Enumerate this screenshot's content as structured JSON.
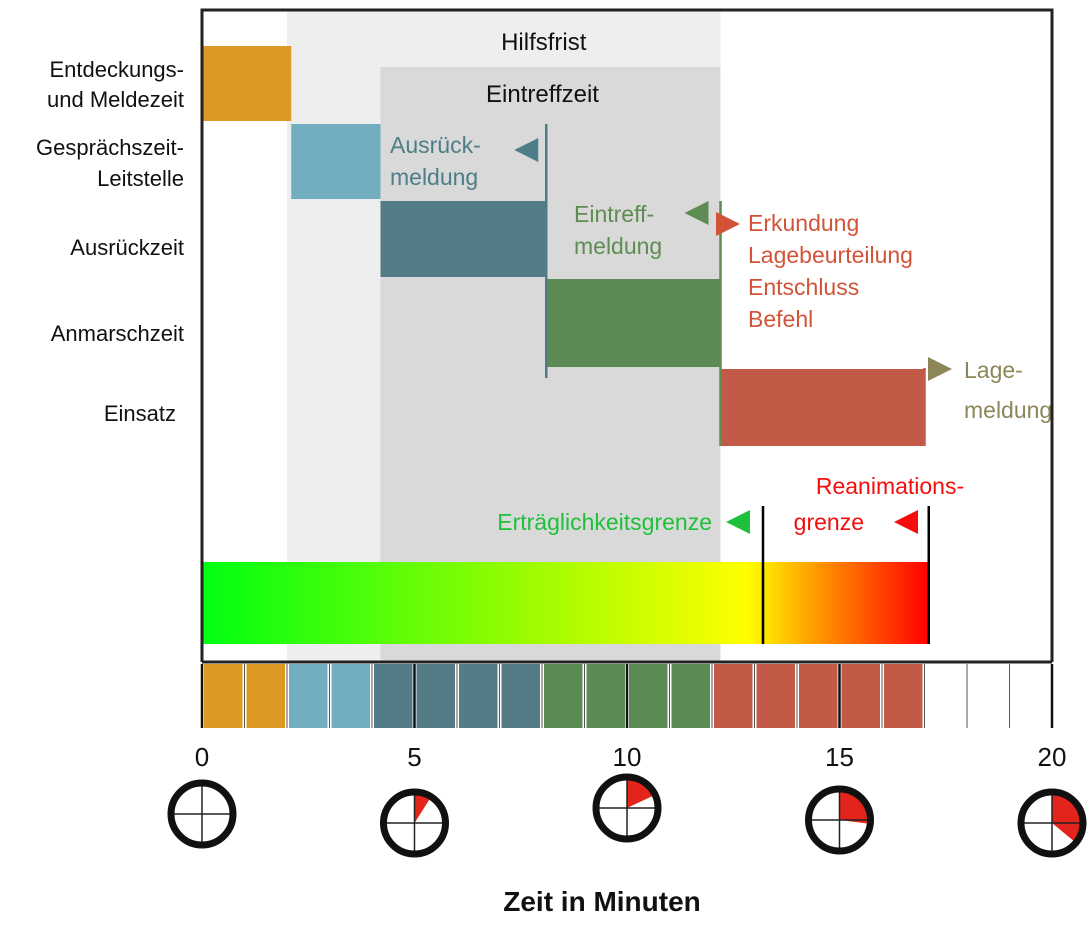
{
  "phases": {
    "hilfsfrist": {
      "label": "Hilfsfrist",
      "start": 2,
      "end": 12.2,
      "color": "#eeeeee"
    },
    "eintreffzeit": {
      "label": "Eintreffzeit",
      "start": 4.2,
      "end": 12.2,
      "color": "#d9d9d9"
    }
  },
  "rows": [
    {
      "label_lines": [
        "Entdeckungs-",
        "und Meldezeit"
      ],
      "start": 0,
      "end": 2.1,
      "color": "#dc9a25"
    },
    {
      "label_lines": [
        "Gesprächszeit-",
        "Leitstelle"
      ],
      "start": 2.1,
      "end": 4.2,
      "color": "#73adc0"
    },
    {
      "label_lines": [
        "Ausrückzeit"
      ],
      "start": 4.2,
      "end": 8.1,
      "color": "#537c87"
    },
    {
      "label_lines": [
        "Anmarschzeit"
      ],
      "start": 8.1,
      "end": 12.2,
      "color": "#5b8a54"
    },
    {
      "label_lines": [
        "Einsatz"
      ],
      "start": 12.2,
      "end": 17,
      "color": "#c35a48"
    }
  ],
  "annotations": {
    "ausrueck": {
      "lines": [
        "Ausrück-",
        "meldung"
      ],
      "color": "#4d7d88",
      "at": 8.1
    },
    "eintreff": {
      "lines": [
        "Eintreff-",
        "meldung"
      ],
      "color": "#5e8c52",
      "at": 12.2
    },
    "erkundung": {
      "lines": [
        "Erkundung",
        "Lagebeurteilung",
        "Entschluss",
        "Befehl"
      ],
      "color": "#d35338"
    },
    "lage": {
      "lines": [
        "Lage-",
        "meldung"
      ],
      "color": "#8d8658",
      "at": 17
    },
    "ertraeglichkeit": {
      "lines": [
        "Erträglichkeitsgrenze"
      ],
      "color": "#1ec03a",
      "at": 13.2
    },
    "reanimation": {
      "lines": [
        "Reanimations-",
        "grenze"
      ],
      "color": "#f50d0d",
      "at": 17.1
    }
  },
  "gradient_bar": {
    "start": 0,
    "end": 17.1,
    "colors": [
      "#00ff12",
      "#9cfc00",
      "#ffff00",
      "#ff9f00",
      "#ff0000"
    ]
  },
  "timeline": {
    "segments": [
      {
        "start": 0,
        "end": 2,
        "color": "#dc9a25"
      },
      {
        "start": 2,
        "end": 4,
        "color": "#73adc0"
      },
      {
        "start": 4,
        "end": 8,
        "color": "#537c87"
      },
      {
        "start": 8,
        "end": 12,
        "color": "#5b8a54"
      },
      {
        "start": 12,
        "end": 17,
        "color": "#c35a48"
      }
    ],
    "max": 20
  },
  "x_axis": {
    "ticks": [
      "0",
      "5",
      "10",
      "15",
      "20"
    ],
    "title": "Zeit in Minuten"
  },
  "clocks": [
    {
      "minute": 0
    },
    {
      "minute": 5
    },
    {
      "minute": 10
    },
    {
      "minute": 15
    },
    {
      "minute": 20
    }
  ]
}
